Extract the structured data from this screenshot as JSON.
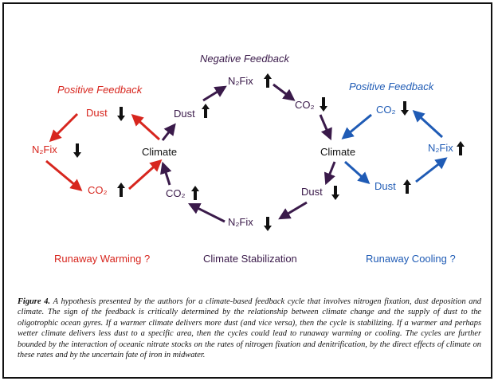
{
  "left_cycle": {
    "title": "Positive Feedback",
    "dust": "Dust",
    "n2fix": "N₂Fix",
    "co2": "CO₂",
    "outcome": "Runaway Warming ?"
  },
  "center_cycle": {
    "title": "Negative Feedback",
    "dust_upper": "Dust",
    "n2fix_top": "N₂Fix",
    "co2_right": "CO₂",
    "co2_left": "CO₂",
    "dust_lower": "Dust",
    "n2fix_bottom": "N₂Fix",
    "outcome": "Climate Stabilization"
  },
  "right_cycle": {
    "title": "Positive Feedback",
    "co2": "CO₂",
    "n2fix": "N₂Fix",
    "dust": "Dust",
    "outcome": "Runaway Cooling ?"
  },
  "nodes": {
    "climate_left": "Climate",
    "climate_right": "Climate"
  },
  "caption": {
    "label": "Figure 4.",
    "text": "A hypothesis presented by the authors for a climate-based feedback cycle that involves nitrogen fixation, dust deposition and climate. The sign of the feedback is critically determined by the relationship between climate change and the supply of dust to the oligotrophic ocean gyres. If a warmer climate delivers more dust (and vice versa), then the cycle is stabilizing. If a warmer and perhaps wetter climate delivers less dust to a specific area, then the cycles could lead to runaway warming or cooling. The cycles are further bounded by the interaction of oceanic nitrate stocks on the rates of nitrogen fixation and denitrification, by the direct effects of climate on these rates and by the uncertain fate of iron in midwater."
  },
  "colors": {
    "red": "#d7261e",
    "purple": "#3a1a4a",
    "blue": "#1f5bb5",
    "black": "#111111"
  }
}
